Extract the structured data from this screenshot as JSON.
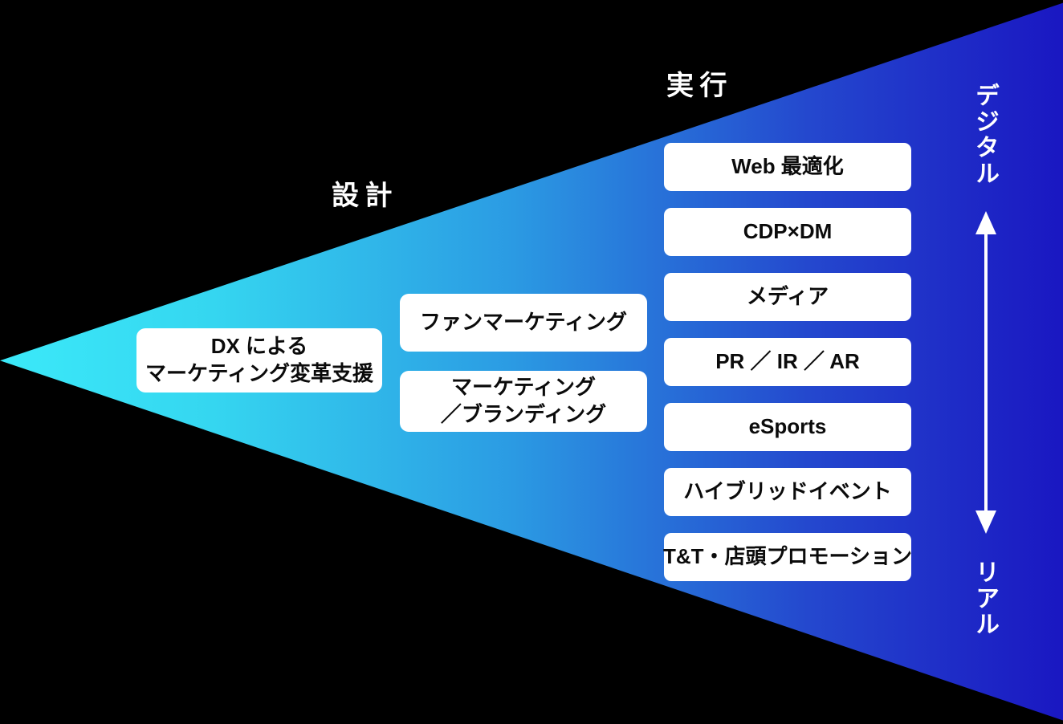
{
  "background_color": "#000000",
  "funnel": {
    "gradient_colors": [
      "#3BE9F9",
      "#35D6F0",
      "#2B9BE3",
      "#2448CE",
      "#1A17C2"
    ],
    "stages": {
      "design": "設計",
      "execution": "実行"
    },
    "root_box": {
      "line1": "DX による",
      "line2": "マーケティング変革支援"
    },
    "strategy_boxes": [
      {
        "line1": "ファンマーケティング",
        "line2": ""
      },
      {
        "line1": "マーケティング",
        "line2": "／ブランディング"
      }
    ],
    "execution_boxes": [
      "Web 最適化",
      "CDP×DM",
      "メディア",
      "PR ／ IR ／ AR",
      "eSports",
      "ハイブリッドイベント",
      "T&T・店頭プロモーション"
    ]
  },
  "axis": {
    "top_label": "デジタル",
    "bottom_label": "リアル"
  },
  "colors": {
    "box_background": "#FFFFFF",
    "box_text": "#0B0B0B",
    "label_text": "#FFFFFF"
  }
}
